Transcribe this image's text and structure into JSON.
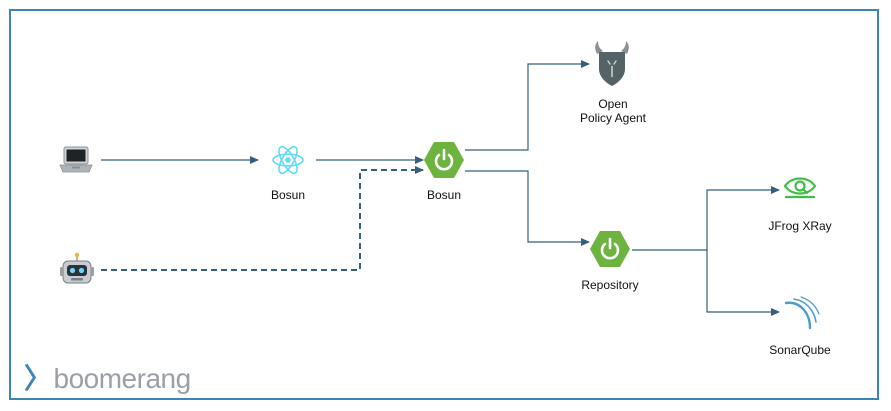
{
  "nodes": {
    "laptop": {
      "icon": "laptop-icon"
    },
    "robot": {
      "icon": "robot-icon"
    },
    "bosun_ui": {
      "label": "Bosun",
      "icon": "react-icon"
    },
    "bosun_service": {
      "label": "Bosun",
      "icon": "spring-power-icon"
    },
    "opa": {
      "label": "Open\nPolicy Agent",
      "icon": "opa-viking-icon"
    },
    "repository": {
      "label": "Repository",
      "icon": "spring-power-icon"
    },
    "jfrog": {
      "label": "JFrog XRay",
      "icon": "xray-eye-icon"
    },
    "sonarqube": {
      "label": "SonarQube",
      "icon": "sonar-waves-icon"
    }
  },
  "logo": {
    "text": "boomerang"
  },
  "colors": {
    "border": "#3d85b8",
    "arrow": "#355f7d",
    "spring": "#6db33f",
    "react": "#61dafb",
    "xray": "#40be46",
    "sonar": "#4e9bcd"
  }
}
